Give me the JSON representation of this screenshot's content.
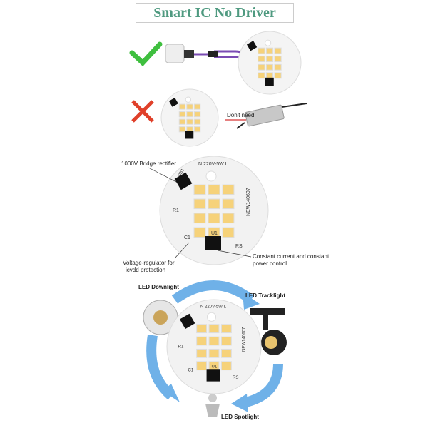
{
  "title": "Smart IC  No Driver",
  "section_compare": {
    "not_needed_label": "Don't need"
  },
  "board": {
    "marking": "220V-5W",
    "terminal_n": "N",
    "terminal_l": "L",
    "serial": "NEW140607",
    "r1": "R1",
    "c1": "C1",
    "u1": "U1",
    "rs": "RS",
    "db1": "DB1"
  },
  "callouts": {
    "rectifier": "1000V Bridge rectifier",
    "regulator_line1": "Voltage-regulator for",
    "regulator_line2": "icvdd protection",
    "control_line1": "Constant current and constant",
    "control_line2": "power control"
  },
  "applications": {
    "downlight": "LED Downlight",
    "tracklight": "LED Tracklight",
    "spotlight": "LED Spotlight"
  },
  "colors": {
    "title": "#4f9a80",
    "check": "#3fbf3f",
    "cross": "#e0402a",
    "arrow": "#6fb1e8",
    "led": "#f6d27a"
  }
}
